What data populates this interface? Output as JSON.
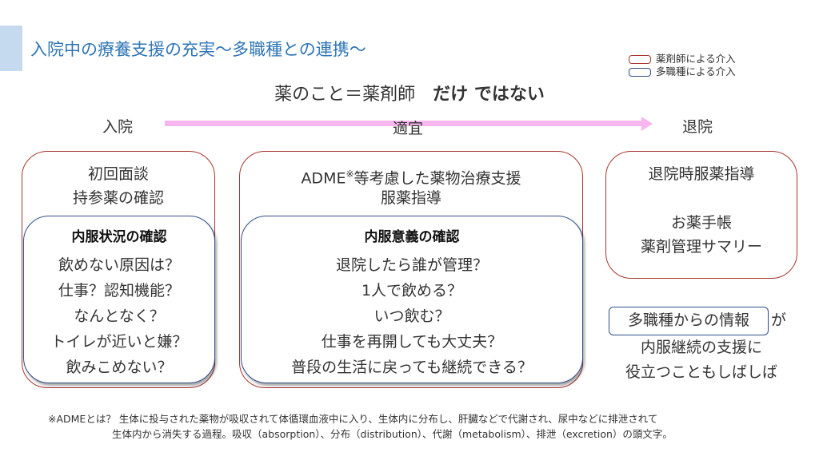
{
  "header": {
    "title": "入院中の療養支援の充実～多職種との連携～",
    "subtitle_part1": "薬のこと＝薬剤師　",
    "subtitle_part2": "だけ ではない"
  },
  "legend": {
    "items": [
      {
        "label": "薬剤師による介入",
        "color": "#a8362f"
      },
      {
        "label": "多職種による介入",
        "color": "#2f4f8a"
      }
    ]
  },
  "timeline": {
    "start": "入院",
    "middle": "適宜",
    "end": "退院",
    "arrow_color": "#f7b6ee"
  },
  "admission": {
    "lines": [
      "初回面談",
      "持参薬の確認"
    ],
    "inner_title": "内服状況の確認",
    "inner_lines": [
      "飲めない原因は？",
      "仕事？認知機能？",
      "なんとなく？",
      "トイレが近いと嫌？",
      "飲みこめない？"
    ]
  },
  "ongoing": {
    "line1_pre": "ADME",
    "line1_mark": "※",
    "line1_post": "等考慮した薬物治療支援",
    "line2": "服薬指導",
    "inner_title": "内服意義の確認",
    "inner_lines": [
      "退院したら誰が管理？",
      "1人で飲める？",
      "いつ飲む？",
      "仕事を再開しても大丈夫？",
      "普段の生活に戻っても継続できる？"
    ]
  },
  "discharge": {
    "line1": "退院時服薬指導",
    "line2": "お薬手帳",
    "line3": "薬剤管理サマリー"
  },
  "info": {
    "box_text": "多職種からの情報",
    "suffix": "が",
    "line2": "内服継続の支援に",
    "line3": "役立つこともしばしば"
  },
  "footnote": {
    "line1": "※ADMEとは？ 生体に投与された薬物が吸収されて体循環血液中に入り、生体内に分布し、肝臓などで代謝され、尿中などに排泄されて",
    "line2": "生体内から消失する過程。吸収（absorption）、分布（distribution）、代謝（metabolism）、排泄（excretion）の頭文字。"
  }
}
